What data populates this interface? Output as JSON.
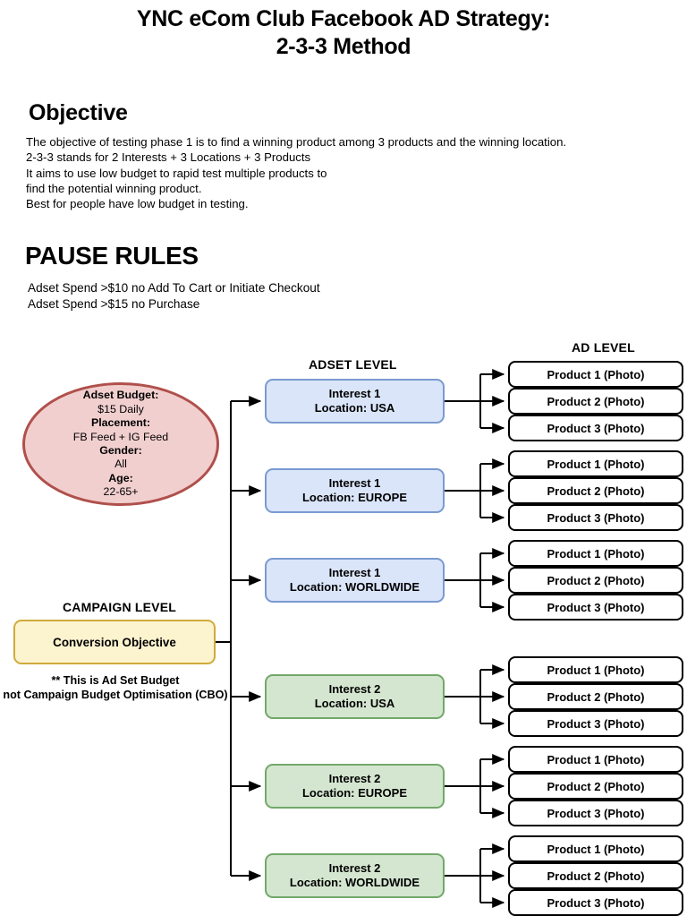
{
  "title": {
    "line1": "YNC eCom Club Facebook AD Strategy:",
    "line2": "2-3-3 Method"
  },
  "objective": {
    "heading": "Objective",
    "body": "The objective of testing phase 1 is to find a winning product among 3 products and the winning location.\n2-3-3 stands for 2 Interests + 3 Locations + 3 Products\nIt aims to use low budget to rapid test multiple products to\nfind the potential winning product.\nBest for people have low budget in testing."
  },
  "pause_rules": {
    "heading": "PAUSE RULES",
    "body": "Adset Spend >$10 no Add To Cart or Initiate Checkout\nAdset Spend >$15 no Purchase"
  },
  "headers": {
    "adset_level": "ADSET LEVEL",
    "ad_level": "AD LEVEL",
    "campaign_level": "CAMPAIGN LEVEL"
  },
  "budget_ellipse": {
    "budget_label": "Adset Budget:",
    "budget_value": "$15 Daily",
    "placement_label": "Placement:",
    "placement_value": "FB Feed + IG Feed",
    "gender_label": "Gender:",
    "gender_value": "All",
    "age_label": "Age:",
    "age_value": "22-65+"
  },
  "campaign": {
    "box_label": "Conversion Objective",
    "note": "** This is Ad Set Budget\nnot Campaign Budget Optimisation (CBO)"
  },
  "adsets": [
    {
      "interest": "Interest 1",
      "location": "Location: USA",
      "color": "blue"
    },
    {
      "interest": "Interest 1",
      "location": "Location: EUROPE",
      "color": "blue"
    },
    {
      "interest": "Interest 1",
      "location": "Location: WORLDWIDE",
      "color": "blue"
    },
    {
      "interest": "Interest 2",
      "location": "Location: USA",
      "color": "green"
    },
    {
      "interest": "Interest 2",
      "location": "Location: EUROPE",
      "color": "green"
    },
    {
      "interest": "Interest 2",
      "location": "Location: WORLDWIDE",
      "color": "green"
    }
  ],
  "products": [
    "Product 1 (Photo)",
    "Product 2 (Photo)",
    "Product 3 (Photo)"
  ],
  "colors": {
    "ellipse_fill": "#f2cfcf",
    "ellipse_border": "#b0504c",
    "campaign_fill": "#fcf3cf",
    "campaign_border": "#d0ab3c",
    "adset_blue_fill": "#dae5fa",
    "adset_blue_border": "#7a9ad0",
    "adset_green_fill": "#d4e6d0",
    "adset_green_border": "#72a86a",
    "product_border": "#000000",
    "background": "#ffffff"
  }
}
